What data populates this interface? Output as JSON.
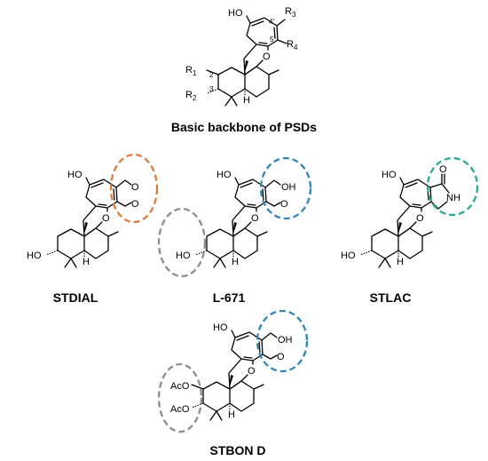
{
  "figure": {
    "labels": {
      "backbone": "Basic backbone of PSDs",
      "stdial": "STDIAL",
      "l671": "L-671",
      "stlac": "STLAC",
      "stbon": "STBON D"
    },
    "atoms": {
      "ho": "HO",
      "o": "O",
      "oh": "OH",
      "nh": "NH",
      "h": "H",
      "aco": "AcO",
      "r1": "R",
      "r1_sub": "1",
      "r2": "R",
      "r2_sub": "2",
      "r3": "R",
      "r3_sub": "3",
      "r4": "R",
      "r4_sub": "4",
      "loc2": "2",
      "loc3": "3",
      "loc4p": "4'",
      "loc5p": "5'"
    },
    "colors": {
      "orange": "#e07a3c",
      "blue": "#2f86b8",
      "grey": "#8c8c8c",
      "teal": "#2ea88e"
    }
  }
}
